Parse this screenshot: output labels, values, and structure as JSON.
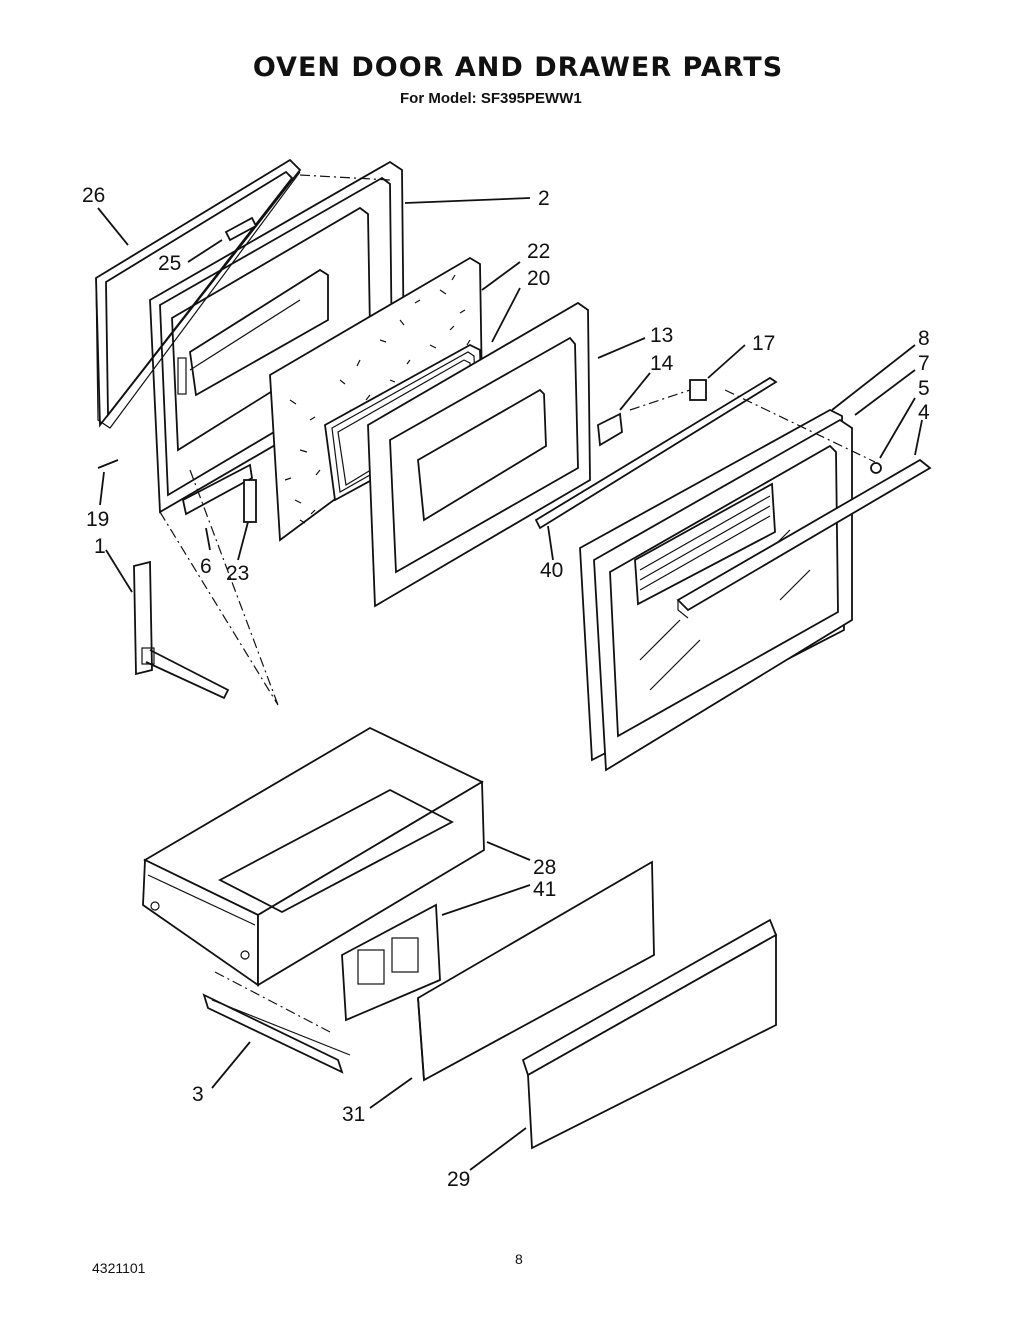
{
  "title": "OVEN DOOR AND DRAWER PARTS",
  "subtitle": "For Model: SF395PEWW1",
  "doc_number": "4321101",
  "page_number": "8",
  "part_labels": {
    "p26": "26",
    "p25": "25",
    "p2": "2",
    "p22": "22",
    "p20": "20",
    "p13": "13",
    "p14": "14",
    "p17": "17",
    "p8": "8",
    "p7": "7",
    "p5": "5",
    "p4": "4",
    "p19": "19",
    "p1": "1",
    "p6": "6",
    "p23": "23",
    "p40": "40",
    "p28": "28",
    "p41": "41",
    "p3": "3",
    "p31": "31",
    "p29": "29"
  }
}
